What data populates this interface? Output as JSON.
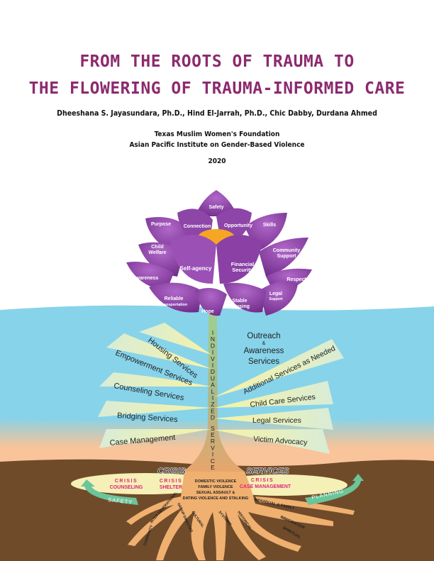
{
  "header": {
    "title_line1": "FROM THE ROOTS OF TRAUMA TO",
    "title_line2": "THE FLOWERING OF TRAUMA-INFORMED CARE",
    "authors": "Dheeshana S. Jayasundara, Ph.D., Hind El-Jarrah, Ph.D., Chic Dabby, Durdana Ahmed",
    "organization1": "Texas Muslim Women's Foundation",
    "organization2": "Asian Pacific Institute on Gender-Based Violence",
    "year": "2020"
  },
  "colors": {
    "title": "#8c2a6e",
    "petal": "#7b3593",
    "petal_light": "#a14fb8",
    "water": "#87d3ea",
    "sand": "#f9c49a",
    "soil": "#704b2a",
    "root": "#f0b070",
    "ribbon": "#d9edcf",
    "crisis_label": "#e0237c",
    "arrow": "#6cc49a"
  },
  "flower": {
    "petals": [
      {
        "label": "Safety"
      },
      {
        "label": "Purpose"
      },
      {
        "label": "Connection"
      },
      {
        "label": "Opportunity"
      },
      {
        "label": "Skills"
      },
      {
        "label": "Child Welfare"
      },
      {
        "label": "Community Support"
      },
      {
        "label": "Self-agency"
      },
      {
        "label": "Financial Security"
      },
      {
        "label": "Awareness"
      },
      {
        "label": "Respect"
      },
      {
        "label": "Reliable",
        "sub": "Transportation"
      },
      {
        "label": "Legal",
        "sub": "Support"
      },
      {
        "label": "Stable Housing"
      },
      {
        "label": "Hope"
      }
    ]
  },
  "stem": {
    "label": "INDIVIDUALIZED SERVICES"
  },
  "services": {
    "left": [
      "Housing Services",
      "Empowerment Services",
      "Counseling Services",
      "Bridging Services",
      "Case Management"
    ],
    "right_heading": [
      "Outreach",
      "&",
      "Awareness",
      "Services"
    ],
    "right": [
      "Additional Services as Needed",
      "Child Care Services",
      "Legal Services",
      "Victim Advocacy"
    ]
  },
  "crisis": {
    "heading_left": "CRISIS",
    "heading_right": "SERVICES",
    "items": [
      {
        "line1": "CRISIS",
        "line2": "COUNSELING"
      },
      {
        "line1": "CRISIS",
        "line2": "SHELTER"
      },
      {
        "line1": "CRISIS",
        "line2": "CASE MANAGEMENT"
      }
    ],
    "arrow_left": "SAFETY",
    "arrow_right": "PLANNING"
  },
  "root_center": [
    "DOMESTIC VIOLENCE",
    "FAMILY VIOLENCE",
    "SEXUAL ASSAULT &",
    "DATING VIOLENCE AND STALKING"
  ],
  "roots": [
    {
      "label": "INTER GENERATIONAL",
      "sub": "TRAUMA"
    },
    {
      "label": "COMMUNITY",
      "sub": "TRAUMA"
    },
    {
      "label": "GROUP DIRECTED",
      "sub": "TRAUMA"
    },
    {
      "label": "CULTURAL",
      "sub": "TRAUMA"
    },
    {
      "label": "SYSTEMIC",
      "sub": "TRAUMA"
    },
    {
      "label": "HISTORICAL",
      "sub": "TRAUMA"
    },
    {
      "label": "INDIVIDUAL & FAMILY",
      "sub": "TRAUMA"
    },
    {
      "label": "IMMIGRATION",
      "sub": "TRAUMA"
    },
    {
      "label": "SPIRITUAL",
      "sub": "TRAUMA"
    }
  ]
}
